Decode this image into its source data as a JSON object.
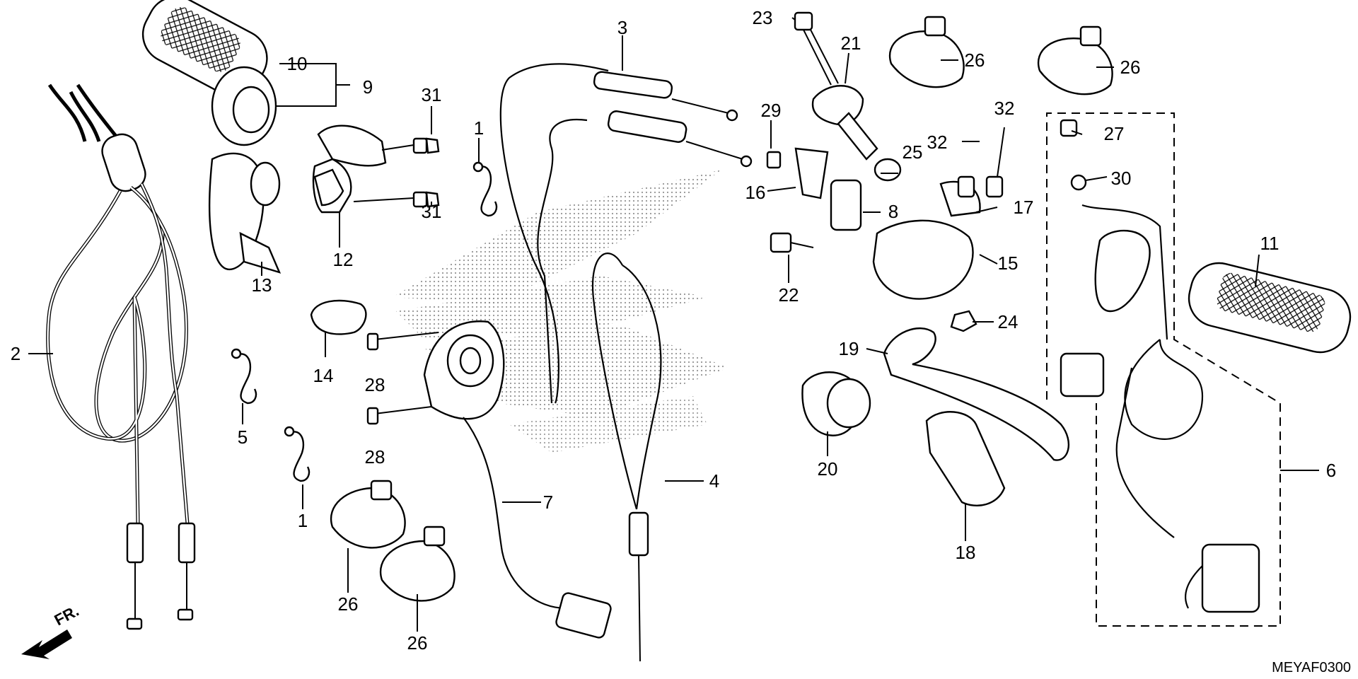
{
  "callouts": [
    {
      "id": "c3",
      "text": "3"
    },
    {
      "id": "c23",
      "text": "23"
    },
    {
      "id": "c21",
      "text": "21"
    },
    {
      "id": "c26a",
      "text": "26"
    },
    {
      "id": "c26b",
      "text": "26"
    },
    {
      "id": "c10",
      "text": "10"
    },
    {
      "id": "c9",
      "text": "9"
    },
    {
      "id": "c31a",
      "text": "31"
    },
    {
      "id": "c31b",
      "text": "31"
    },
    {
      "id": "c1a",
      "text": "1"
    },
    {
      "id": "c29",
      "text": "29"
    },
    {
      "id": "c32a",
      "text": "32"
    },
    {
      "id": "c32b",
      "text": "32"
    },
    {
      "id": "c27",
      "text": "27"
    },
    {
      "id": "c30",
      "text": "30"
    },
    {
      "id": "c25",
      "text": "25"
    },
    {
      "id": "c16",
      "text": "16"
    },
    {
      "id": "c8",
      "text": "8"
    },
    {
      "id": "c17",
      "text": "17"
    },
    {
      "id": "c12",
      "text": "12"
    },
    {
      "id": "c13",
      "text": "13"
    },
    {
      "id": "c2",
      "text": "2"
    },
    {
      "id": "c22",
      "text": "22"
    },
    {
      "id": "c15",
      "text": "15"
    },
    {
      "id": "c11",
      "text": "11"
    },
    {
      "id": "c24",
      "text": "24"
    },
    {
      "id": "c14",
      "text": "14"
    },
    {
      "id": "c28a",
      "text": "28"
    },
    {
      "id": "c28b",
      "text": "28"
    },
    {
      "id": "c19",
      "text": "19"
    },
    {
      "id": "c5",
      "text": "5"
    },
    {
      "id": "c20",
      "text": "20"
    },
    {
      "id": "c4",
      "text": "4"
    },
    {
      "id": "c6",
      "text": "6"
    },
    {
      "id": "c7",
      "text": "7"
    },
    {
      "id": "c1b",
      "text": "1"
    },
    {
      "id": "c18",
      "text": "18"
    },
    {
      "id": "c26c",
      "text": "26"
    },
    {
      "id": "c26d",
      "text": "26"
    }
  ],
  "direction_label": "FR.",
  "diagram_code": "MEYAF0300",
  "colors": {
    "ink": "#000000",
    "paper": "#ffffff"
  }
}
